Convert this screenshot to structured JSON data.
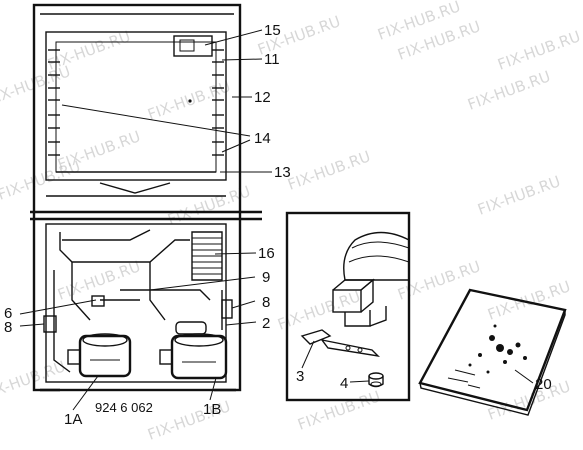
{
  "watermark": "FIX-HUB.RU",
  "drawing_code": "924 6 062",
  "labels": {
    "l15": "15",
    "l11": "11",
    "l12": "12",
    "l14": "14",
    "l13": "13",
    "l16": "16",
    "l9": "9",
    "l8a": "8",
    "l2": "2",
    "l6": "6",
    "l8b": "8",
    "l1A": "1A",
    "l1B": "1B",
    "l3": "3",
    "l4": "4",
    "l20": "20"
  }
}
